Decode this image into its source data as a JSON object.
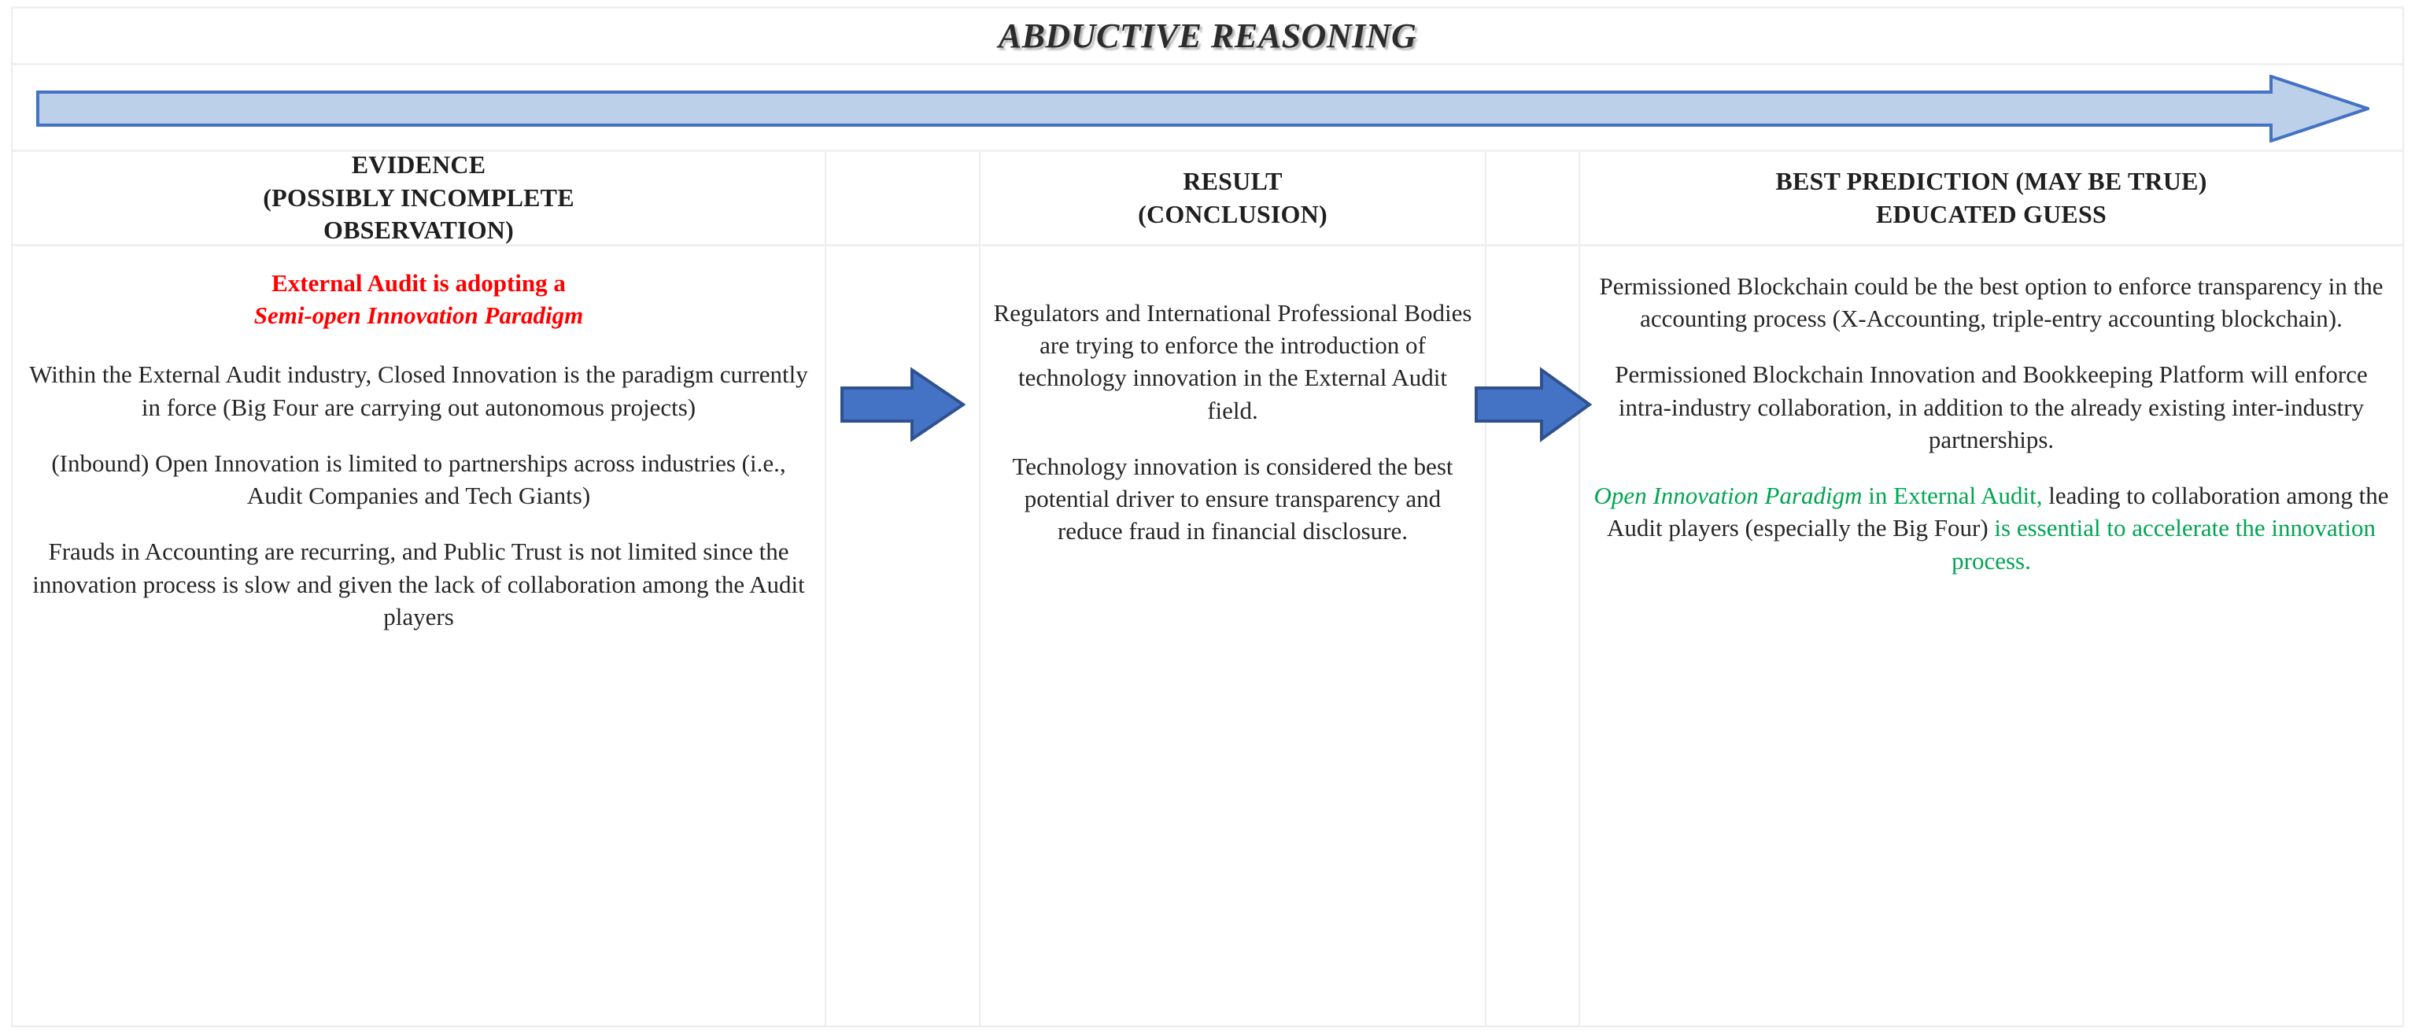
{
  "title": "ABDUCTIVE REASONING",
  "banner": {
    "arrow_name": "process-direction-arrow",
    "fill": "#BDD0E9",
    "stroke": "#4472C4"
  },
  "columns": {
    "evidence": {
      "header_line1": "EVIDENCE",
      "header_line2": "(POSSIBLY INCOMPLETE",
      "header_line3": "OBSERVATION)",
      "highlight_line1": "External Audit is adopting a",
      "highlight_line2": "Semi-open Innovation Paradigm",
      "paragraphs": [
        "Within the External Audit industry, Closed Innovation is the paradigm currently in force (Big Four are carrying out autonomous projects)",
        "(Inbound) Open Innovation is limited to partnerships across industries (i.e., Audit Companies and Tech Giants)",
        "Frauds in Accounting are recurring, and Public Trust is not limited since the innovation process is slow and given the lack of collaboration among the Audit players"
      ]
    },
    "result": {
      "header_line1": "RESULT",
      "header_line2": "(CONCLUSION)",
      "paragraphs": [
        "Regulators and International Professional Bodies are trying to enforce the introduction of technology innovation in the External Audit field.",
        "Technology innovation is considered the best potential driver to ensure transparency and reduce fraud in financial disclosure."
      ]
    },
    "prediction": {
      "header_line1": "BEST PREDICTION (MAY BE TRUE)",
      "header_line2": "EDUCATED GUESS",
      "paragraphs": [
        "Permissioned Blockchain could be the best option to enforce transparency in the accounting process (X-Accounting, triple-entry accounting blockchain).",
        "Permissioned Blockchain Innovation and Bookkeeping Platform will enforce intra-industry collaboration, in addition to the already existing inter-industry partnerships."
      ],
      "final_paragraph": {
        "green_italic": "Open Innovation Paradigm",
        "green_1": " in External Audit,",
        "black": " leading to collaboration among the Audit players (especially the Big Four) ",
        "green_2": "is essential to accelerate the innovation process."
      }
    }
  },
  "arrows": {
    "first_name": "evidence-to-result-arrow",
    "second_name": "result-to-prediction-arrow",
    "fill": "#4472C4",
    "stroke": "#2F528F"
  },
  "colors": {
    "red_highlight": "#FF0000",
    "green_highlight": "#00A551",
    "arrow_blue": "#4472C4",
    "banner_blue": "#BDD0E9",
    "grid": "#ededed"
  }
}
